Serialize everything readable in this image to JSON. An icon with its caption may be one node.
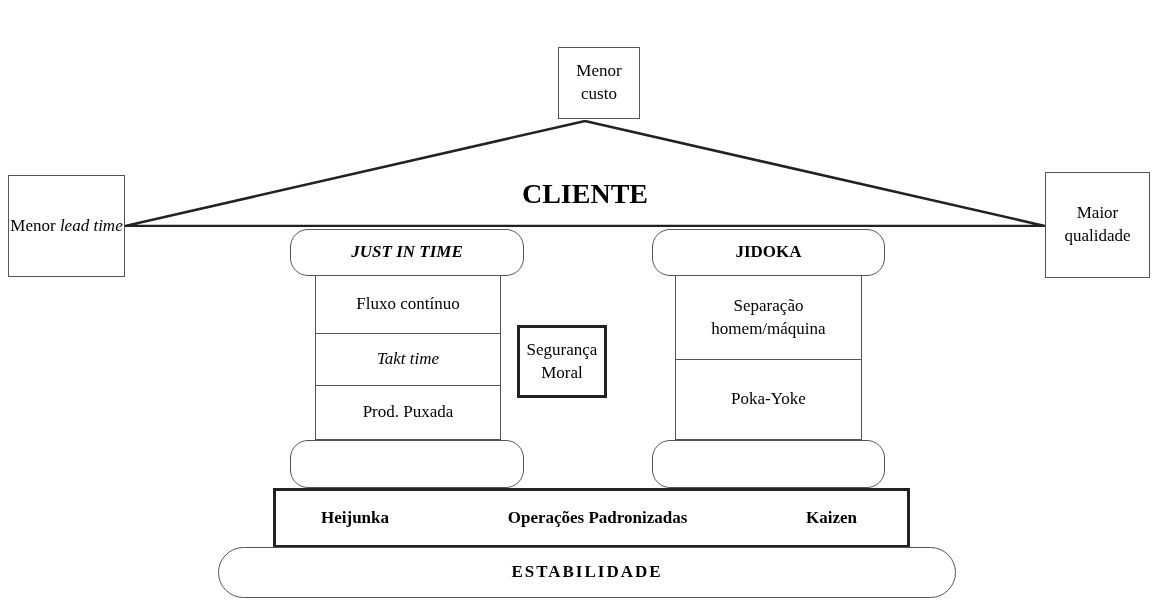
{
  "diagram": {
    "nodes": [
      {
        "text": [
          "Menor custo"
        ]
      },
      {
        "text": [
          "CLIENTE"
        ]
      },
      {
        "text": [
          "Menor *lead time*"
        ]
      },
      {
        "text": [
          "Maior qualidade"
        ]
      },
      {
        "text": [
          "JUST IN TIME"
        ]
      },
      {
        "text": [
          "Fluxo contínuo"
        ]
      },
      {
        "text": [
          "Takt time"
        ]
      },
      {
        "text": [
          "Prod. Puxada"
        ]
      },
      {
        "text": [],
        "shape": "box"
      },
      {
        "text": [
          "Segurança Moral"
        ]
      },
      {
        "text": [
          "JIDOKA"
        ]
      },
      {
        "text": [
          "Separação homem/máquina"
        ]
      },
      {
        "text": [
          "Poka-Yoke"
        ]
      },
      {
        "text": [],
        "shape": "box"
      },
      {
        "text": [
          "Heijunka",
          "Operações Padronizadas",
          "Kaizen"
        ]
      },
      {
        "text": [
          "ESTABILIDADE"
        ]
      }
    ]
  }
}
